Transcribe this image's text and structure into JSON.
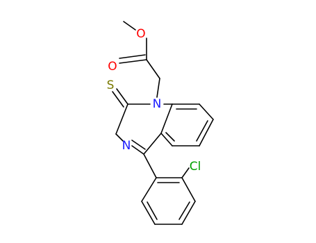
{
  "molecule": {
    "atoms": {
      "o_methoxy": {
        "label": "O",
        "color": "#ff0000"
      },
      "o_carbonyl": {
        "label": "O",
        "color": "#ff0000"
      },
      "n1": {
        "label": "N",
        "color": "#1a1aff"
      },
      "s": {
        "label": "S",
        "color": "#7a7a00"
      },
      "n4": {
        "label": "N",
        "color": "#1a1aff"
      },
      "cl": {
        "label": "Cl",
        "color": "#00a000"
      }
    }
  }
}
